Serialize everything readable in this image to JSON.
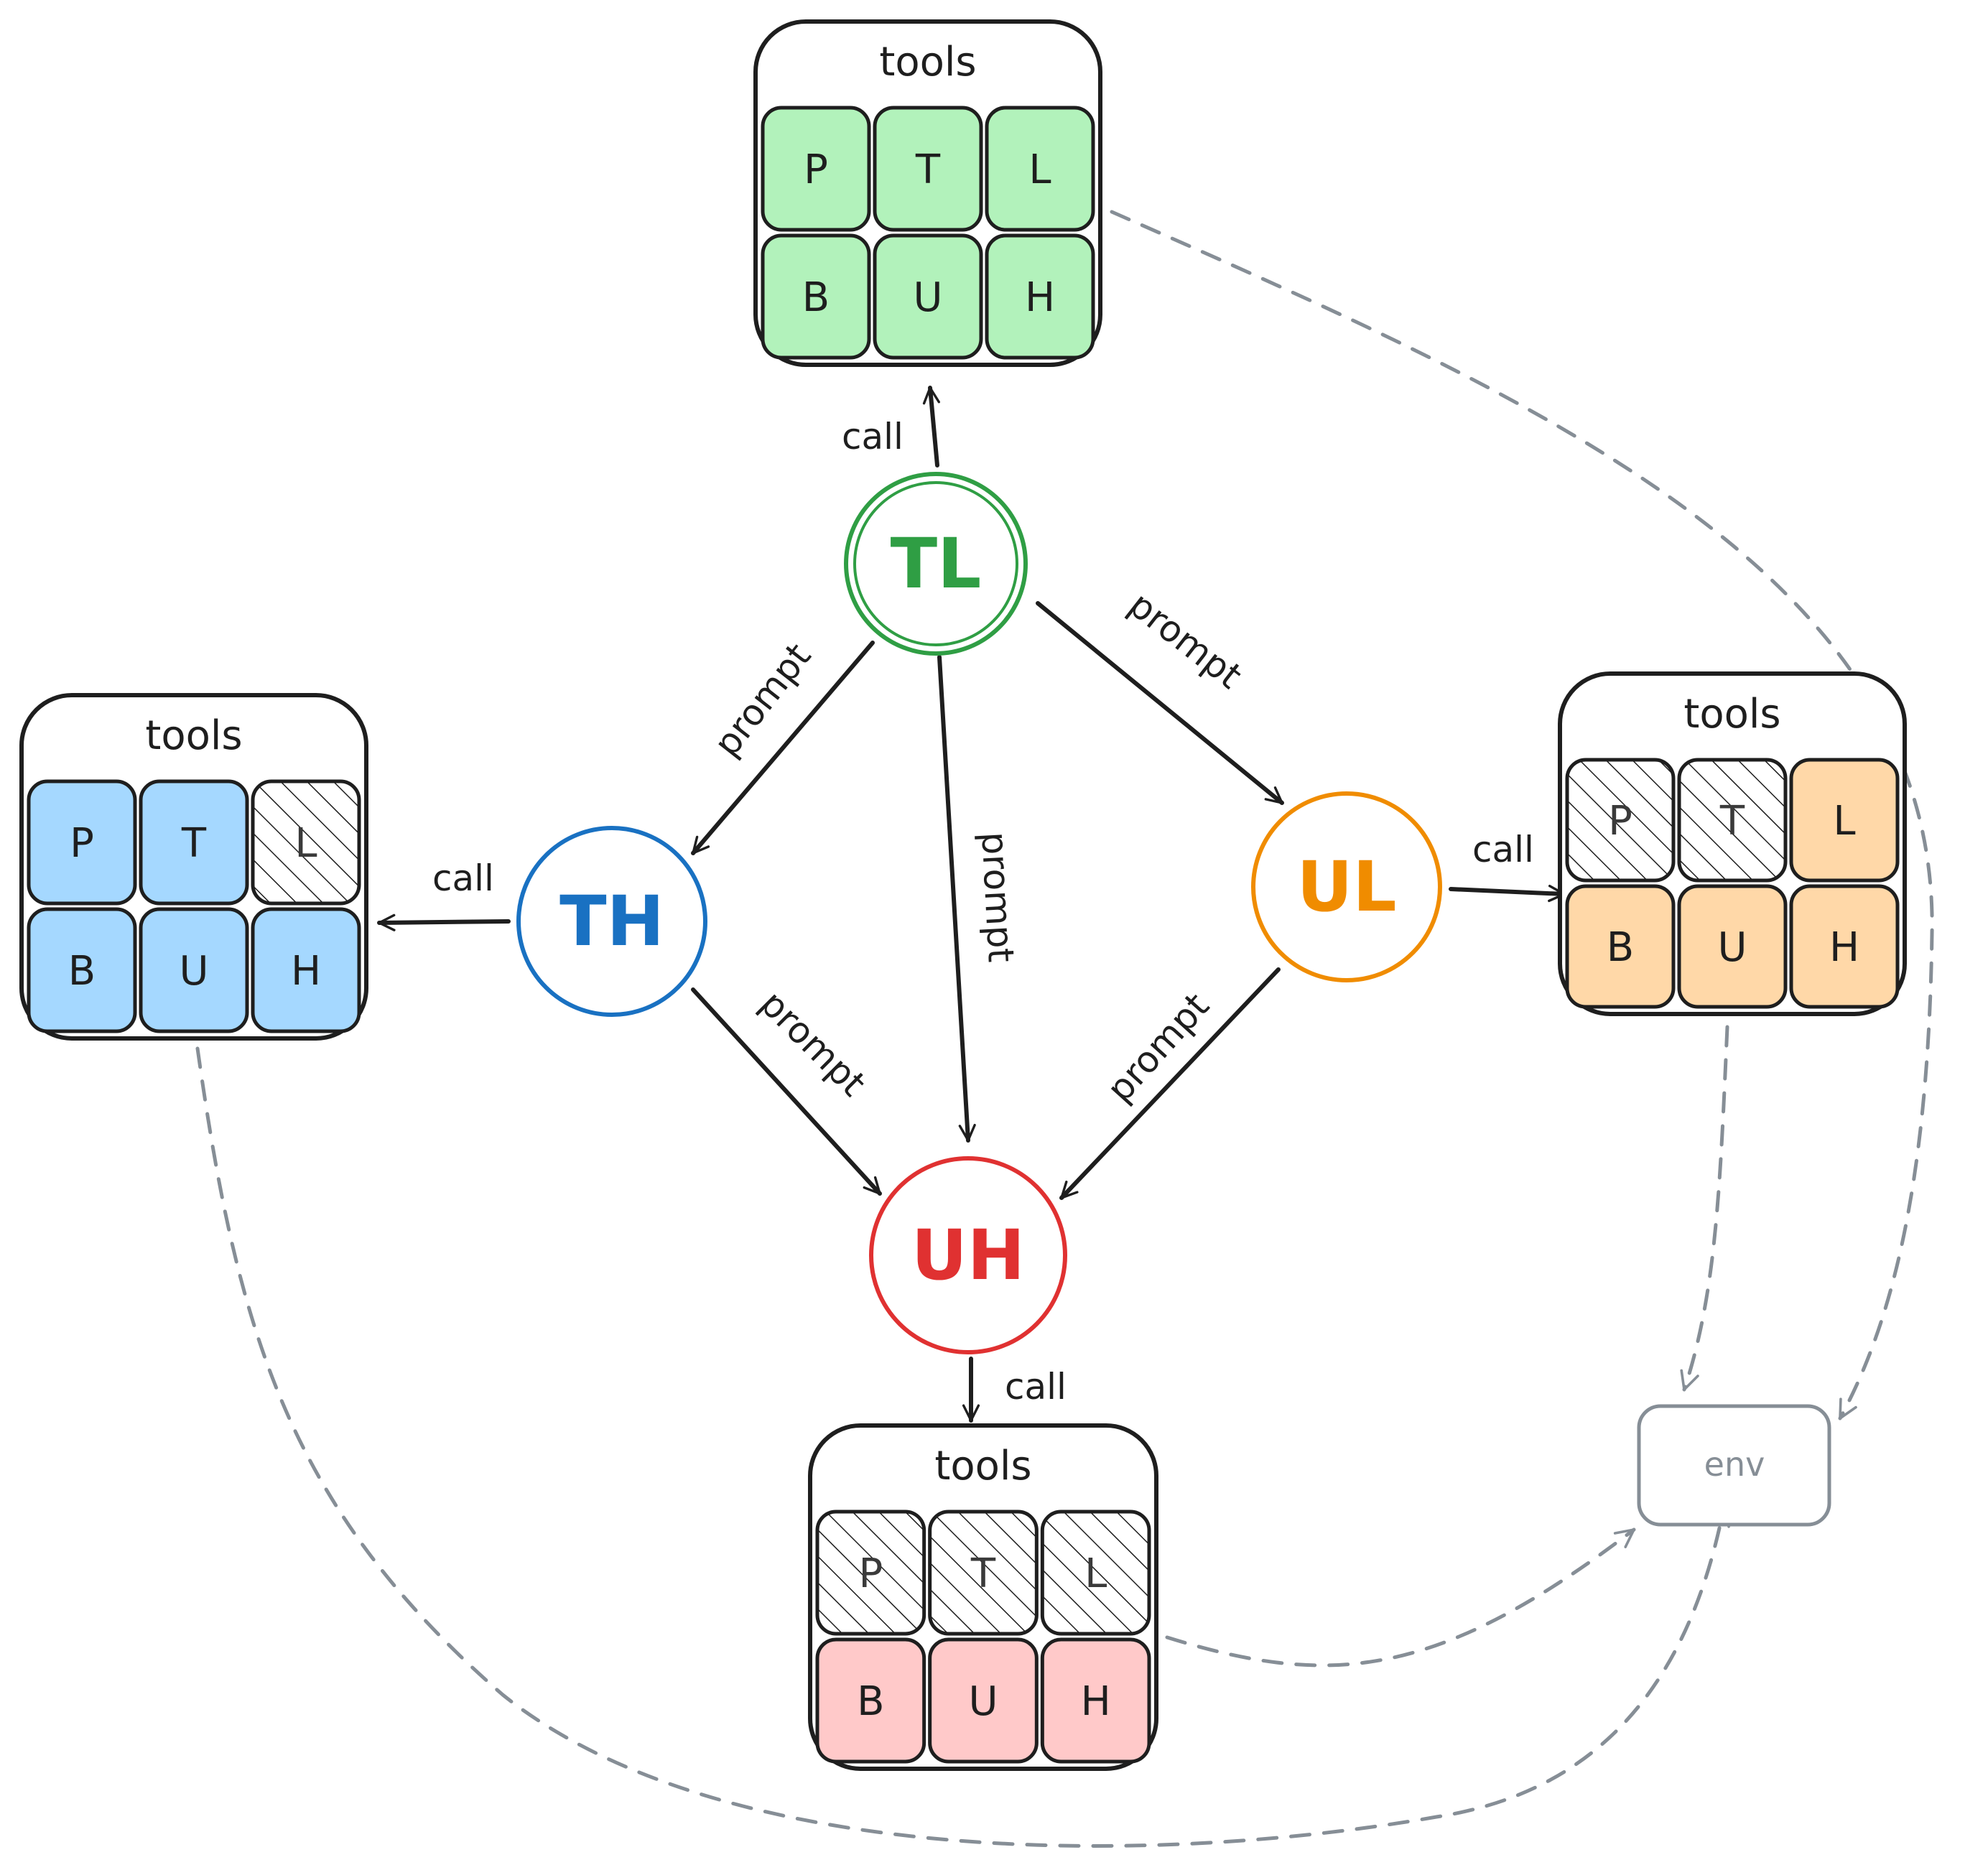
{
  "nodes": {
    "TL": {
      "label": "TL",
      "color": "#2f9e44"
    },
    "TH": {
      "label": "TH",
      "color": "#1971c2"
    },
    "UL": {
      "label": "UL",
      "color": "#f08c00"
    },
    "UH": {
      "label": "UH",
      "color": "#e03131"
    }
  },
  "edges": {
    "prompt_label": "prompt",
    "call_label": "call"
  },
  "tool_boxes": {
    "top": {
      "title": "tools",
      "fill": "#b2f2bb",
      "cells": [
        {
          "letter": "P",
          "enabled": true
        },
        {
          "letter": "T",
          "enabled": true
        },
        {
          "letter": "L",
          "enabled": true
        },
        {
          "letter": "B",
          "enabled": true
        },
        {
          "letter": "U",
          "enabled": true
        },
        {
          "letter": "H",
          "enabled": true
        }
      ]
    },
    "left": {
      "title": "tools",
      "fill": "#a5d8ff",
      "cells": [
        {
          "letter": "P",
          "enabled": true
        },
        {
          "letter": "T",
          "enabled": true
        },
        {
          "letter": "L",
          "enabled": false
        },
        {
          "letter": "B",
          "enabled": true
        },
        {
          "letter": "U",
          "enabled": true
        },
        {
          "letter": "H",
          "enabled": true
        }
      ]
    },
    "right": {
      "title": "tools",
      "fill": "#ffd8a8",
      "cells": [
        {
          "letter": "P",
          "enabled": false
        },
        {
          "letter": "T",
          "enabled": false
        },
        {
          "letter": "L",
          "enabled": true
        },
        {
          "letter": "B",
          "enabled": true
        },
        {
          "letter": "U",
          "enabled": true
        },
        {
          "letter": "H",
          "enabled": true
        }
      ]
    },
    "bottom": {
      "title": "tools",
      "fill": "#ffc9c9",
      "cells": [
        {
          "letter": "P",
          "enabled": false
        },
        {
          "letter": "T",
          "enabled": false
        },
        {
          "letter": "L",
          "enabled": false
        },
        {
          "letter": "B",
          "enabled": true
        },
        {
          "letter": "U",
          "enabled": true
        },
        {
          "letter": "H",
          "enabled": true
        }
      ]
    }
  },
  "env": {
    "label": "env",
    "color": "#868e96"
  },
  "colors": {
    "stroke": "#1e1e1e",
    "dashed": "#868e96"
  }
}
